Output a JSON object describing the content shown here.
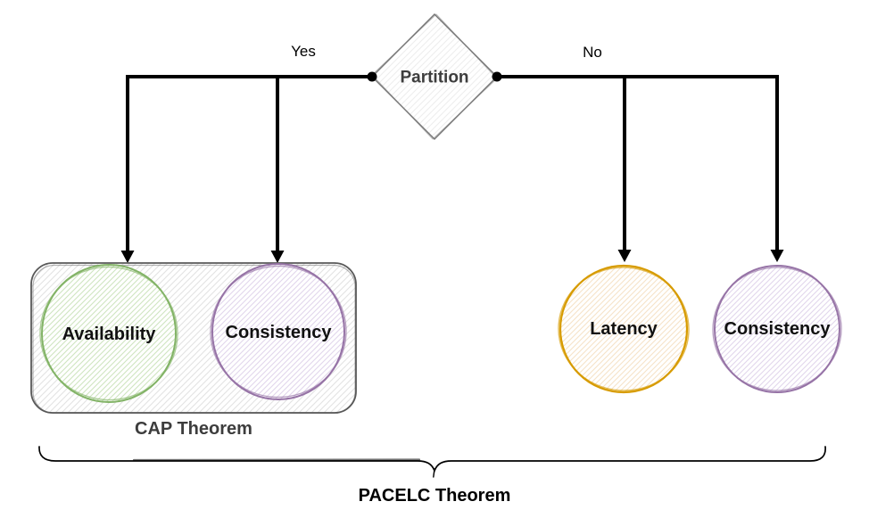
{
  "diagram": {
    "title": "PACELC Theorem",
    "decision": {
      "label": "Partition"
    },
    "branch_yes_label": "Yes",
    "branch_no_label": "No",
    "cap_group_label": "CAP Theorem",
    "nodes": {
      "availability": {
        "label": "Availability",
        "color": "#82b366"
      },
      "consistency_cap": {
        "label": "Consistency",
        "color": "#9673a6"
      },
      "latency": {
        "label": "Latency",
        "color": "#d79b00"
      },
      "consistency_else": {
        "label": "Consistency",
        "color": "#9673a6"
      }
    },
    "colors": {
      "connector": "#000000",
      "decision_border": "#767676",
      "group_border": "#595959",
      "label_dark": "#3d3d3d"
    }
  }
}
